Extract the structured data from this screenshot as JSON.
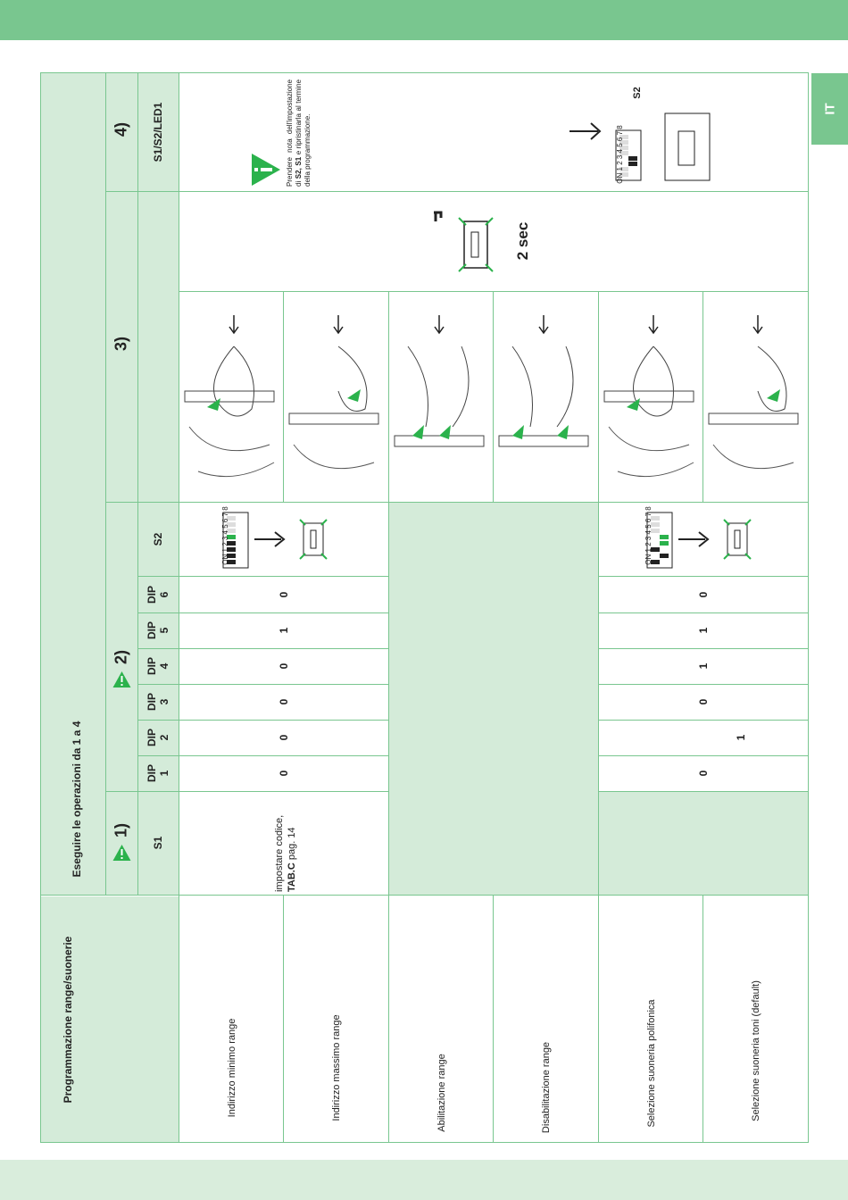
{
  "side_tab": "IT",
  "header": {
    "section_title": "Programmazione range/suonerie",
    "instruction": "Eseguire le operazioni da 1 a 4"
  },
  "steps": {
    "step1": {
      "number": "1)",
      "col": "S1"
    },
    "step2": {
      "number": "2)",
      "cols": [
        "DIP\n1",
        "DIP\n2",
        "DIP\n3",
        "DIP\n4",
        "DIP\n5",
        "DIP\n6"
      ],
      "s2_col": "S2"
    },
    "step3": {
      "number": "3)"
    },
    "step4": {
      "number": "4)",
      "col": "S1/S2/LED1"
    }
  },
  "s1_note": {
    "line1": "impostare codice,",
    "bold": "TAB.C",
    "rest": " pag. 14"
  },
  "press_time": "2 sec",
  "step4_note": {
    "t1": "Prendere nota dell'impostazione di ",
    "b1": "S2,",
    "t2": " ",
    "b2": "S1",
    "t3": " e ripristinarla al termine della programmazione."
  },
  "s2_label": "S2",
  "dip_switch": {
    "on": "ON",
    "nums": "1 2 3 4 5 6 7 8"
  },
  "rows": [
    {
      "label": "Indirizzo minimo range"
    },
    {
      "label": "Indirizzo massimo range"
    },
    {
      "label": "Abilitazione range"
    },
    {
      "label": "Disabilitazione range"
    },
    {
      "label": "Selezione suoneria polifonica"
    },
    {
      "label": "Selezione suoneria toni (default)"
    }
  ],
  "dip_values_range": [
    "0",
    "0",
    "0",
    "0",
    "1",
    "0"
  ],
  "dip_values_poly": [
    "0",
    "1",
    "0",
    "1",
    "1",
    "0"
  ],
  "dip_values_tones": [
    "",
    "",
    "",
    "",
    "",
    ""
  ],
  "colors": {
    "accent": "#79c68f",
    "shade": "#d4ebd9",
    "warning": "#2bb24c"
  }
}
